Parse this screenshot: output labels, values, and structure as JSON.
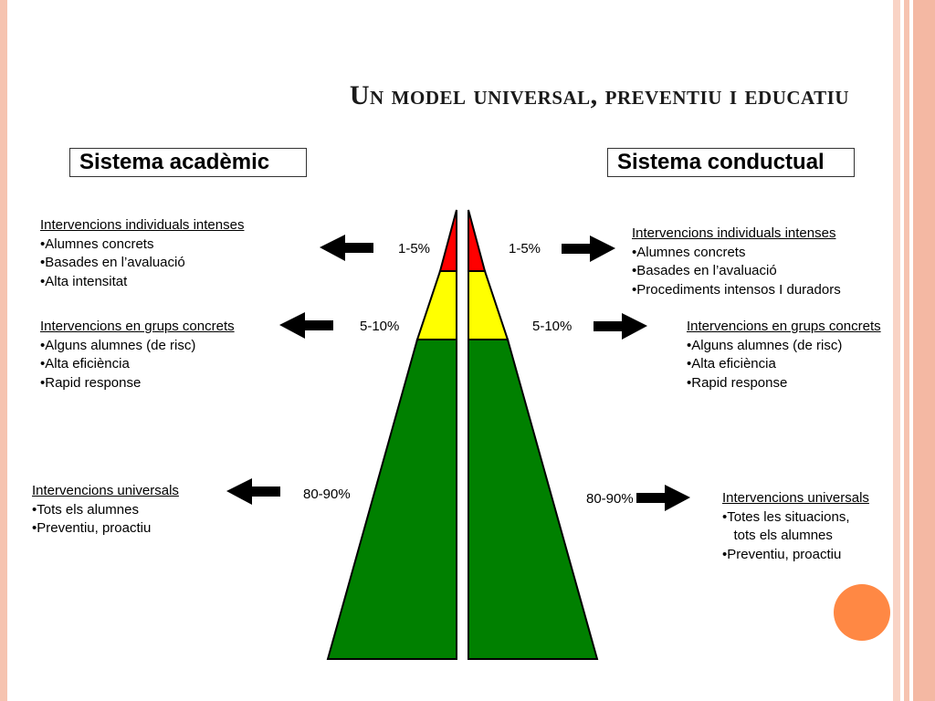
{
  "title": "Un model universal, preventiu i educatiu",
  "left_system": "Sistema acadèmic",
  "right_system": "Sistema conductual",
  "left": {
    "tier1": {
      "header": "Intervencions individuals intenses",
      "items": [
        "•Alumnes concrets",
        "•Basades en l’avaluació",
        "•Alta intensitat"
      ]
    },
    "tier2": {
      "header": "Intervencions en grups concrets",
      "items": [
        "•Alguns alumnes (de risc)",
        "•Alta eficiència",
        "•Rapid response"
      ]
    },
    "tier3": {
      "header": "Intervencions universals",
      "items": [
        "•Tots els alumnes",
        "•Preventiu,  proactiu"
      ]
    }
  },
  "right": {
    "tier1": {
      "header": "Intervencions individuals intenses",
      "items": [
        "•Alumnes concrets",
        "•Basades en l’avaluació",
        "•Procediments intensos I duradors"
      ]
    },
    "tier2": {
      "header": "Intervencions en grups concrets",
      "items": [
        "•Alguns alumnes (de risc)",
        "•Alta eficiència",
        "•Rapid response"
      ]
    },
    "tier3": {
      "header": "Intervencions universals",
      "items": [
        "•Totes les situacions,",
        "   tots els alumnes",
        "•Preventiu,  proactiu"
      ]
    }
  },
  "percentages": {
    "left_top": "1-5%",
    "left_mid": "5-10%",
    "left_bottom": "80-90%",
    "right_top": "1-5%",
    "right_mid": "5-10%",
    "right_bottom": "80-90%"
  },
  "colors": {
    "tier_top": "#ff0000",
    "tier_mid": "#ffff00",
    "tier_bottom": "#008000",
    "arrow": "#000000",
    "accent_circle": "#ff8844",
    "border": "#f6c3b0"
  },
  "icons": [
    "arrow-left-icon",
    "arrow-right-icon"
  ]
}
